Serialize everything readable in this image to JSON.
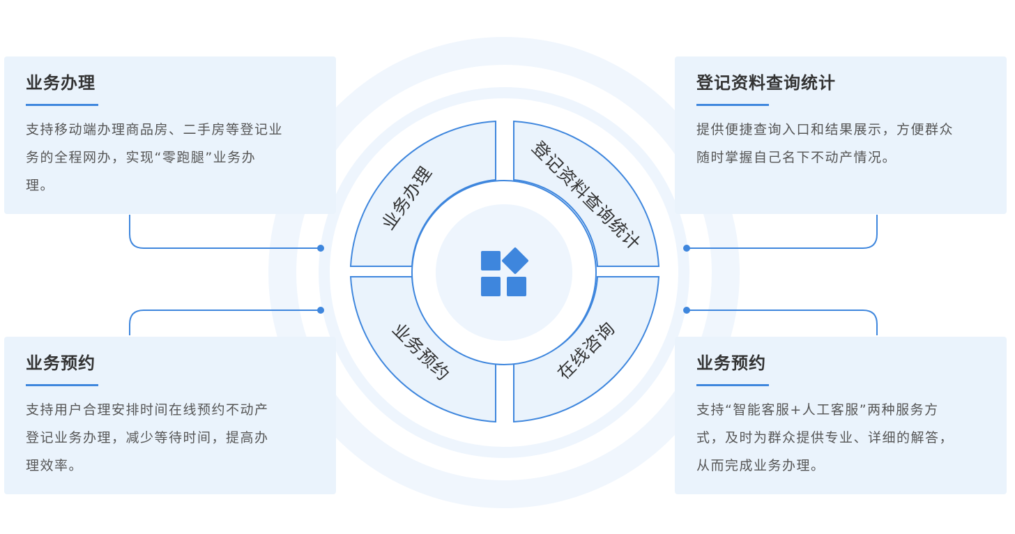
{
  "center": {
    "icon": "app-grid-icon",
    "accent": "#3e86dd"
  },
  "segments": {
    "top_left": "业务办理",
    "top_right": "登记资料查询统计",
    "bottom_left": "业务预约",
    "bottom_right": "在线咨询"
  },
  "cards": {
    "top_left": {
      "title": "业务办理",
      "description": "支持移动端办理商品房、二手房等登记业\n务的全程网办，实现“零跑腿”业务办\n理。"
    },
    "top_right": {
      "title": "登记资料查询统计",
      "description": "提供便捷查询入口和结果展示，方便群众\n随时掌握自己名下不动产情况。"
    },
    "bottom_left": {
      "title": "业务预约",
      "description": "支持用户合理安排时间在线预约不动产\n登记业务办理，减少等待时间，提高办\n理效率。"
    },
    "bottom_right": {
      "title": "业务预约",
      "description": "支持“智能客服+人工客服”两种服务方\n式，及时为群众提供专业、详细的解答，\n从而完成业务办理。"
    }
  },
  "colors": {
    "accent": "#3e86dd",
    "card_bg": "#eaf3fc",
    "ring_bg": "#edf5fd"
  }
}
